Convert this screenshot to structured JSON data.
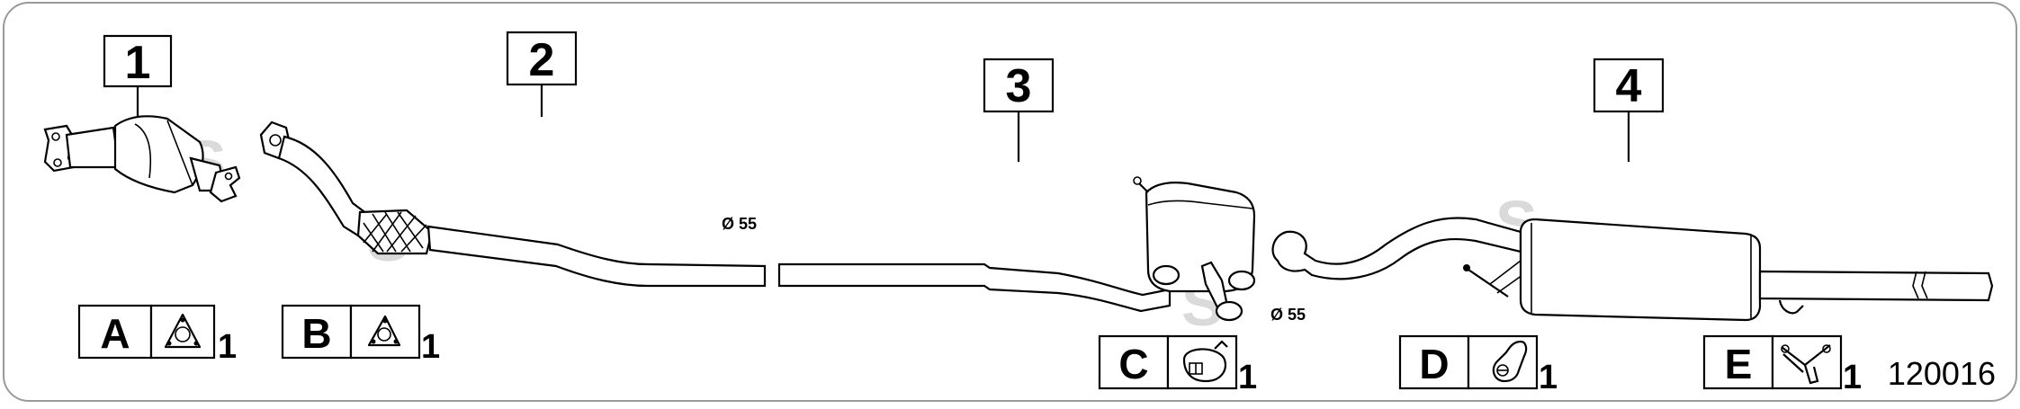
{
  "callouts": [
    {
      "id": "1",
      "label": "1"
    },
    {
      "id": "2",
      "label": "2"
    },
    {
      "id": "3",
      "label": "3"
    },
    {
      "id": "4",
      "label": "4"
    }
  ],
  "dimensions": {
    "front_pipe": "Ø 55",
    "rear_outlet": "Ø 55"
  },
  "kits": [
    {
      "letter": "A",
      "qty": "1",
      "icon": "flange-gasket-icon"
    },
    {
      "letter": "B",
      "qty": "1",
      "icon": "flange-gasket-icon"
    },
    {
      "letter": "C",
      "qty": "1",
      "icon": "pipe-clamp-icon"
    },
    {
      "letter": "D",
      "qty": "1",
      "icon": "rubber-hanger-icon"
    },
    {
      "letter": "E",
      "qty": "1",
      "icon": "mounting-bracket-icon"
    }
  ],
  "reference_number": "120016",
  "colors": {
    "stroke": "#000000",
    "background": "#ffffff",
    "frame": "#9a9a9a",
    "watermark": "#d8d8d8"
  }
}
